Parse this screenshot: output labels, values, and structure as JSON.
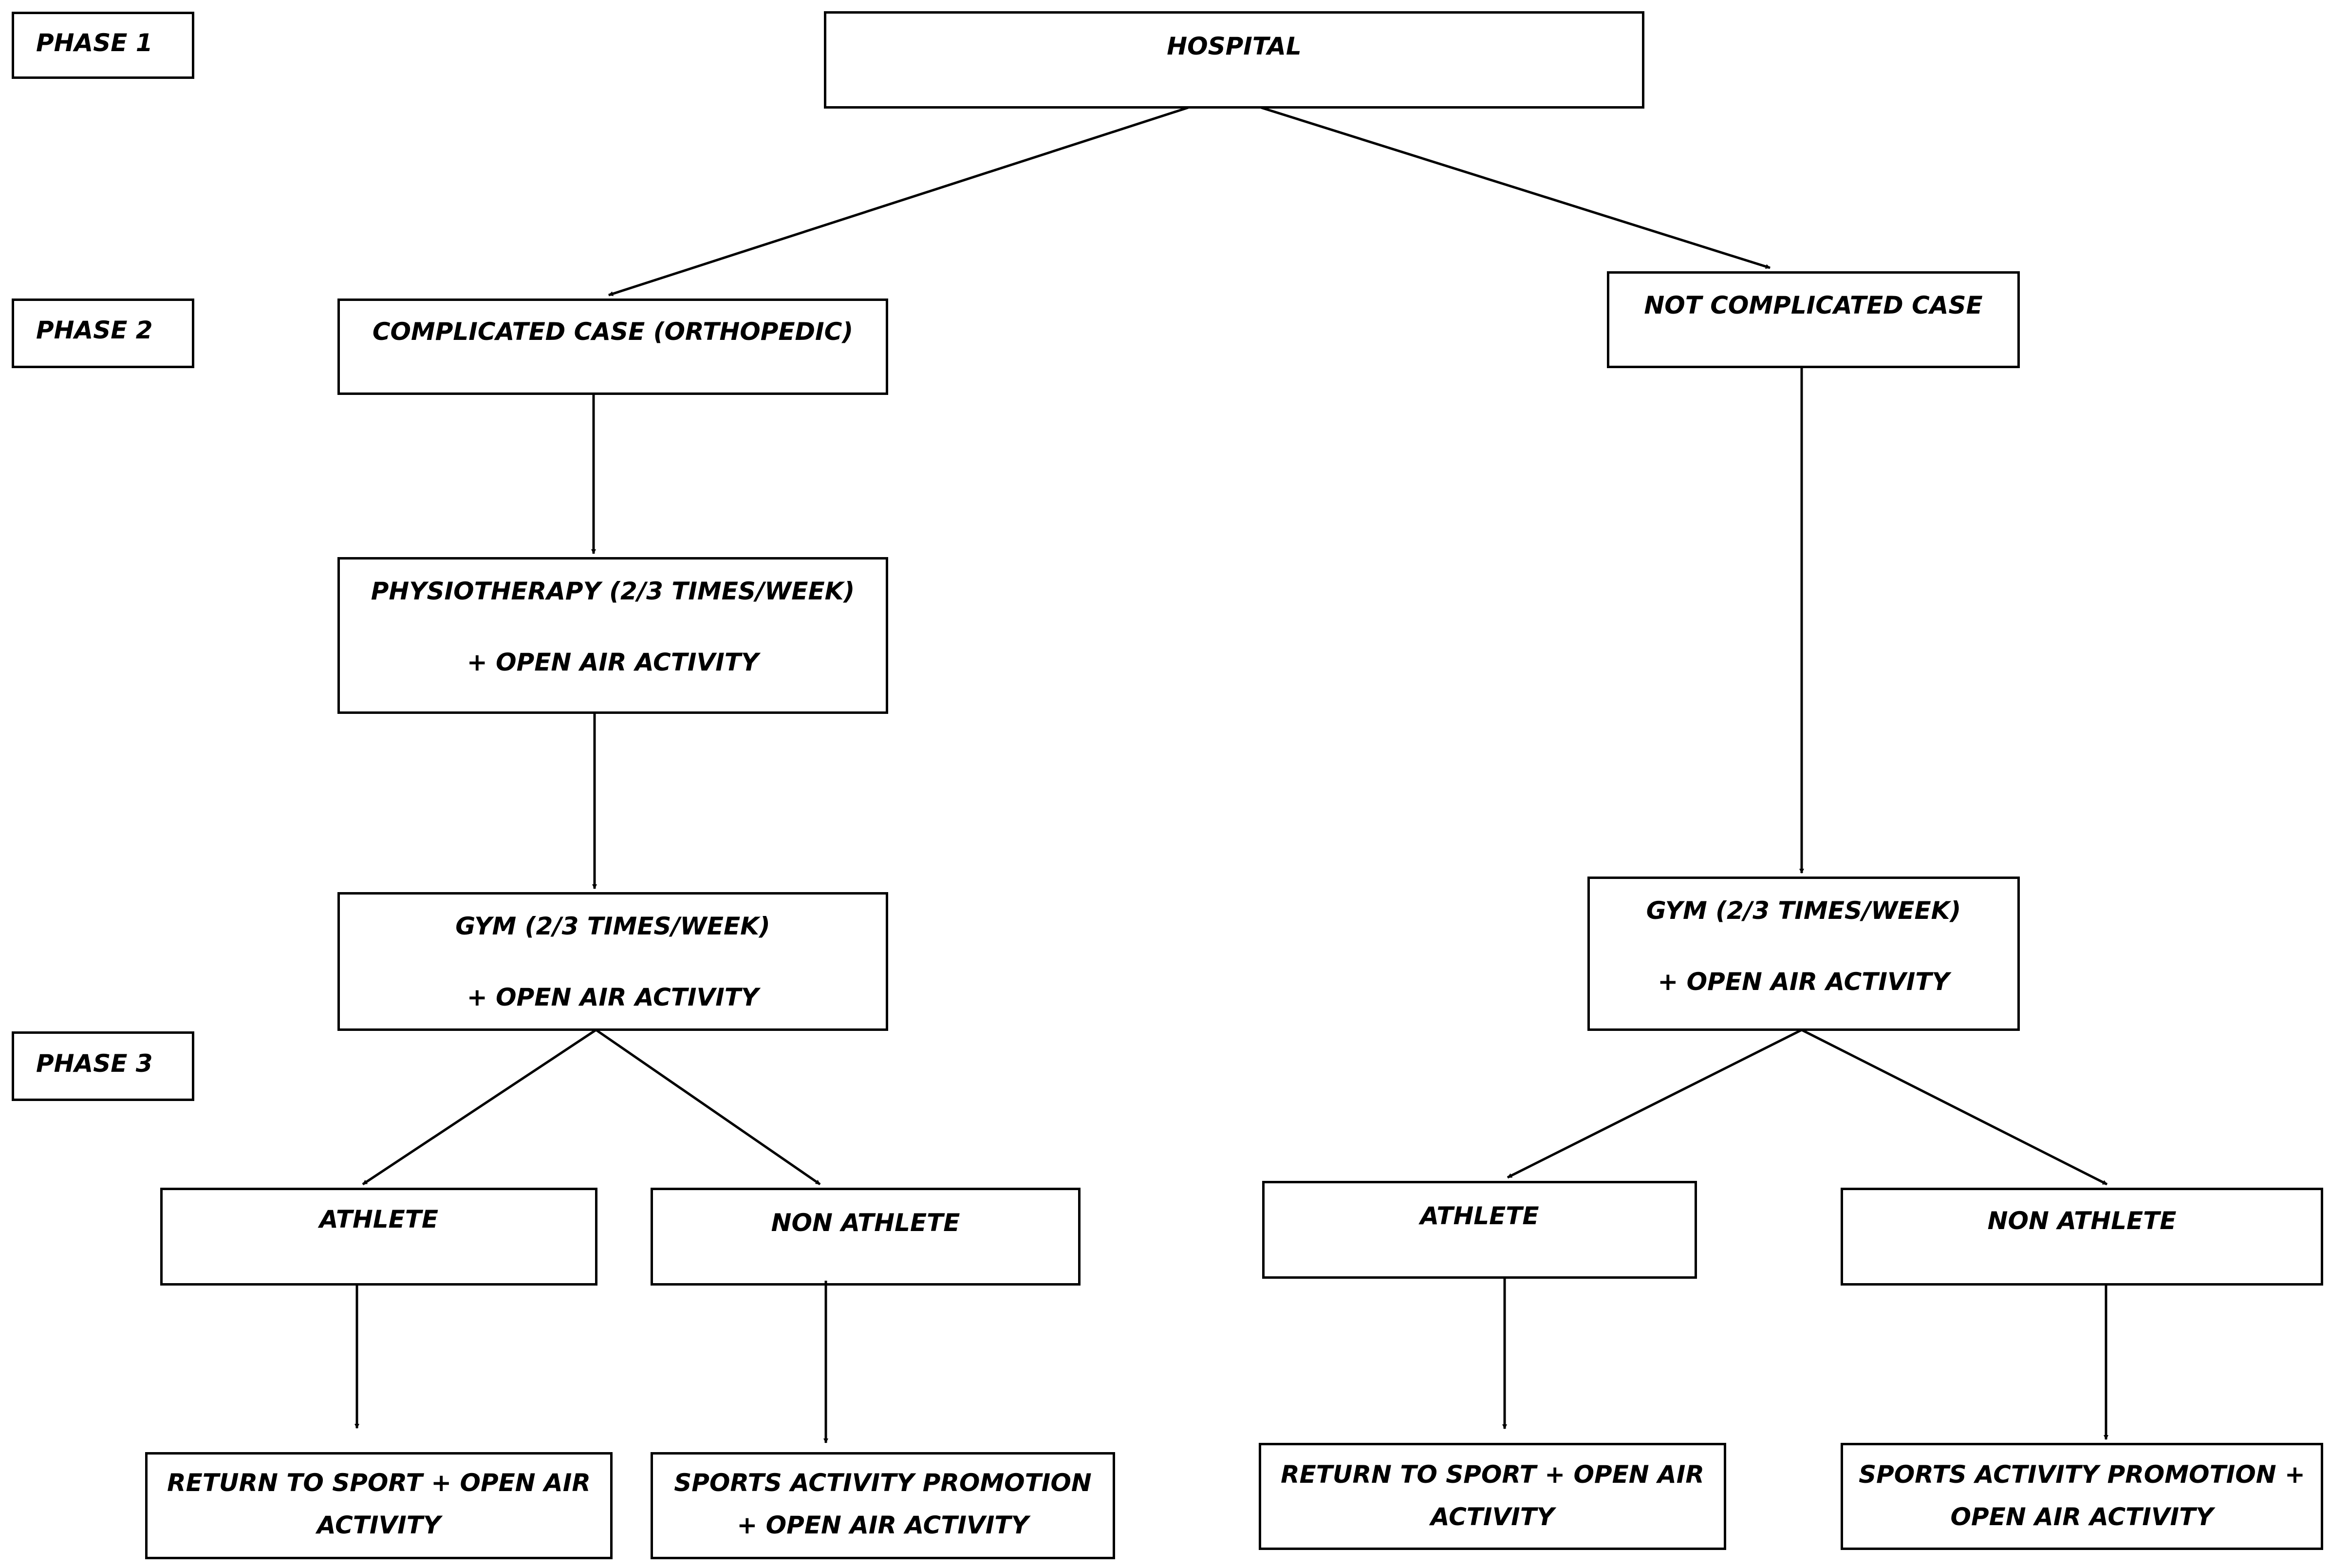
{
  "phases": {
    "phase1": "PHASE  1",
    "phase2": "PHASE  2",
    "phase3": "PHASE 3"
  },
  "nodes": {
    "hospital": "HOSPITAL",
    "complicated": "COMPLICATED  CASE (ORTHOPEDIC)",
    "not_complicated": "NOT COMPLICATED  CASE",
    "physio": {
      "line1": "PHYSIOTHERAPY (2/3 TIMES/WEEK)",
      "line2": "+ OPEN AIR ACTIVITY"
    },
    "gym_left": {
      "line1": "GYM (2/3 TIMES/WEEK)",
      "line2": "+  OPEN AIR ACTIVITY"
    },
    "gym_right": {
      "line1": "GYM (2/3 TIMES/WEEK)",
      "line2": "+ OPEN AIR ACTIVITY"
    },
    "athlete_left": "ATHLETE",
    "non_athlete_left": "NON ATHLETE",
    "athlete_right": "ATHLETE",
    "non_athlete_right": "NON ATHLETE",
    "return_left": {
      "line1": "RETURN TO SPORT +  OPEN AIR",
      "line2": "ACTIVITY"
    },
    "promo_left": {
      "line1": "SPORTS ACTIVITY PROMOTION",
      "line2": "+  OPEN AIR ACTIVITY"
    },
    "return_right": {
      "line1": "RETURN TO SPORT +  OPEN AIR",
      "line2": "ACTIVITY"
    },
    "promo_right": {
      "line1": "SPORTS ACTIVITY PROMOTION +",
      "line2": "OPEN AIR ACTIVITY"
    }
  }
}
